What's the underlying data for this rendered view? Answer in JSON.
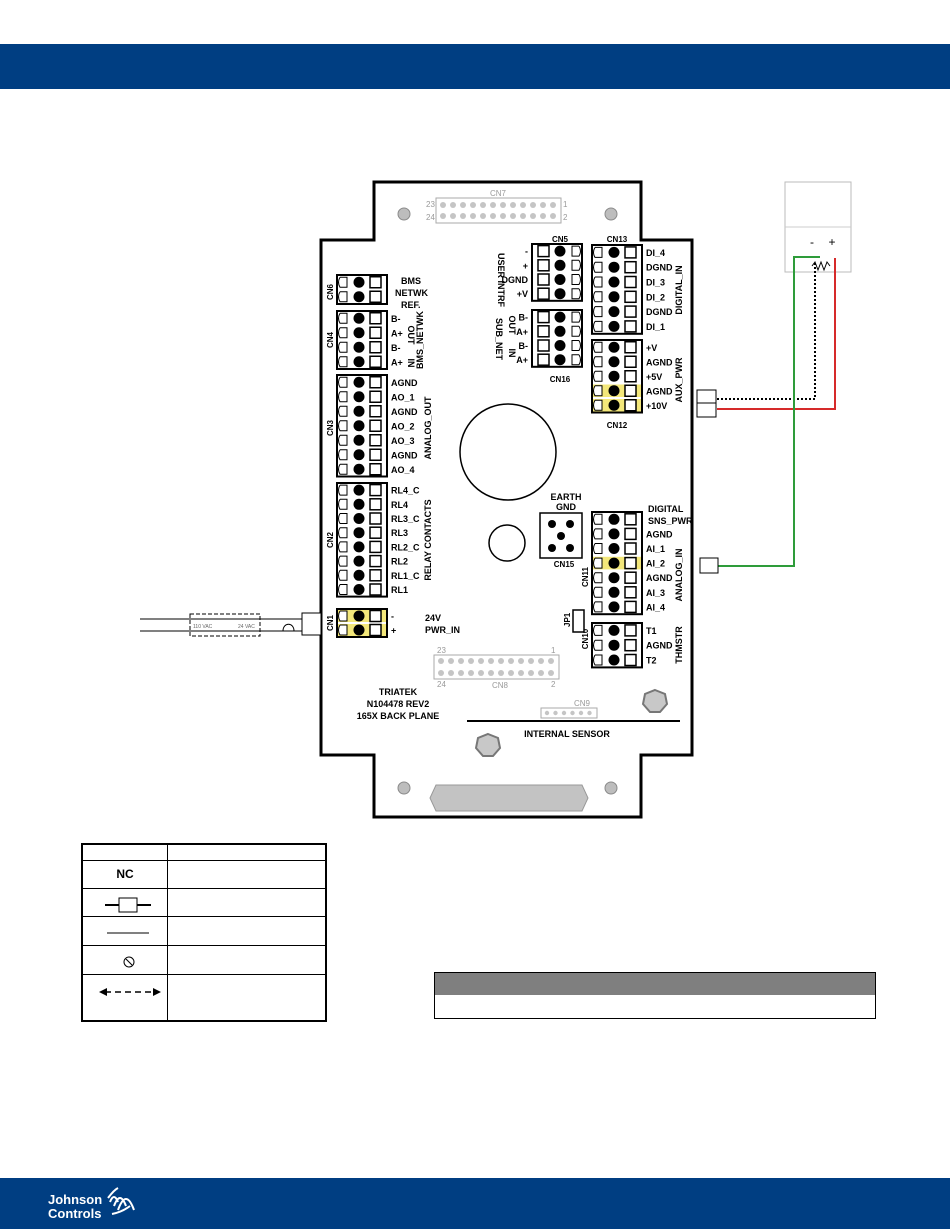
{
  "board": {
    "name": "TRIATEK",
    "part": "N104478 REV2",
    "desc": "165X BACK PLANE",
    "internal_sensor": "INTERNAL SENSOR",
    "earth1": "EARTH",
    "earth2": "GND",
    "jp1": "JP1"
  },
  "headers": {
    "cn7": "CN7",
    "cn8": "CN8",
    "cn9": "CN9",
    "n23": "23",
    "n24": "24",
    "n1": "1",
    "n2": "2"
  },
  "connectors": {
    "cn6": "CN6",
    "cn4": "CN4",
    "cn3": "CN3",
    "cn2": "CN2",
    "cn1": "CN1",
    "cn5": "CN5",
    "cn16": "CN16",
    "cn13": "CN13",
    "cn12": "CN12",
    "cn11": "CN11",
    "cn10": "CN10",
    "cn15": "CN15"
  },
  "left_labels": {
    "bms_netwk_ref": [
      "BMS",
      "NETWK",
      "REF."
    ],
    "cn4_pins": [
      "B-",
      "A+",
      "B-",
      "A+"
    ],
    "out": "OUT",
    "in": "IN",
    "bms_netwk": "BMS_NETWK",
    "cn3_pins": [
      "AGND",
      "AO_1",
      "AGND",
      "AO_2",
      "AO_3",
      "AGND",
      "AO_4"
    ],
    "analog_out": "ANALOG_OUT",
    "cn2_pins": [
      "RL4_C",
      "RL4",
      "RL3_C",
      "RL3",
      "RL2_C",
      "RL2",
      "RL1_C",
      "RL1"
    ],
    "relay_contacts": "RELAY CONTACTS",
    "cn1_pins": [
      "-",
      "+"
    ],
    "pwr1": "24V",
    "pwr2": "PWR_IN"
  },
  "middle_labels": {
    "cn5_pins": [
      "-",
      "+",
      "DGND",
      "+V"
    ],
    "cn16_pins": [
      "B-",
      "A+",
      "B-",
      "A+"
    ],
    "user_intrf": "USER INTRF",
    "out": "OUT",
    "in": "IN",
    "sub_net": "SUB_NET"
  },
  "right_labels": {
    "cn13_pins": [
      "DI_4",
      "DGND",
      "DI_3",
      "DI_2",
      "DGND",
      "DI_1"
    ],
    "digital_in": "DIGITAL_IN",
    "cn12_pins": [
      "+V",
      "AGND",
      "+5V",
      "AGND",
      "+10V"
    ],
    "aux_pwr": "AUX_PWR",
    "digital": "DIGITAL",
    "sns_pwr": "SNS_PWR",
    "cn11_pins": [
      "AGND",
      "AI_1",
      "AI_2",
      "AGND",
      "AI_3",
      "AI_4"
    ],
    "analog_in": "ANALOG_IN",
    "cn10_pins": [
      "T1",
      "AGND",
      "T2"
    ],
    "thmstr": "THMSTR"
  },
  "transformer": {
    "primary": "110 VAC",
    "secondary": "24 VAC"
  },
  "device": {
    "minus": "-",
    "plus": "+"
  },
  "legend": {
    "nc": "NC"
  },
  "footer": {
    "logo_line1": "Johnson",
    "logo_line2": "Controls"
  },
  "colors": {
    "brand_blue": "#003e82",
    "highlight": "#f3e77a",
    "wire_green": "#2e9c3a",
    "wire_red": "#d62a2a"
  }
}
